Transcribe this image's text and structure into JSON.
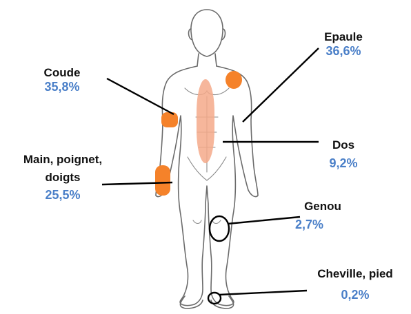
{
  "labels": {
    "epaule": {
      "name": "Epaule",
      "pct": "36,6%"
    },
    "coude": {
      "name": "Coude",
      "pct": "35,8%"
    },
    "dos": {
      "name": "Dos",
      "pct": "9,2%"
    },
    "main": {
      "name_line1": "Main, poignet,",
      "name_line2": "doigts",
      "pct": "25,5%"
    },
    "genou": {
      "name": "Genou",
      "pct": "2,7%"
    },
    "cheville": {
      "name": "Cheville, pied",
      "pct": "0,2%"
    }
  },
  "colors": {
    "highlight": "#f5822a",
    "back_highlight": "#f4a98a",
    "percent_text": "#4a7fc8",
    "leader_line": "#000000",
    "figure_outline": "#6b6b6b"
  }
}
